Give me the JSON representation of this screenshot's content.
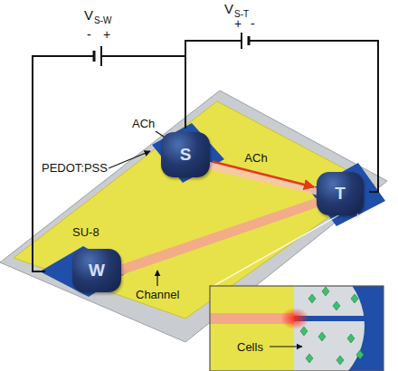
{
  "diagram": {
    "nodes": [
      {
        "text": [
          "S"
        ]
      },
      {
        "text": [
          "T"
        ]
      },
      {
        "text": [
          "W"
        ]
      }
    ],
    "edges": [
      {
        "from": 0,
        "to": 1,
        "arrow": "to",
        "label": "ACh"
      }
    ],
    "labels": [
      "V",
      "S-W",
      "-",
      "+",
      "V",
      "S-T",
      "+",
      "-",
      "PEDOT:PSS",
      "ACh",
      "SU-8",
      "Channel",
      "Cells"
    ]
  }
}
